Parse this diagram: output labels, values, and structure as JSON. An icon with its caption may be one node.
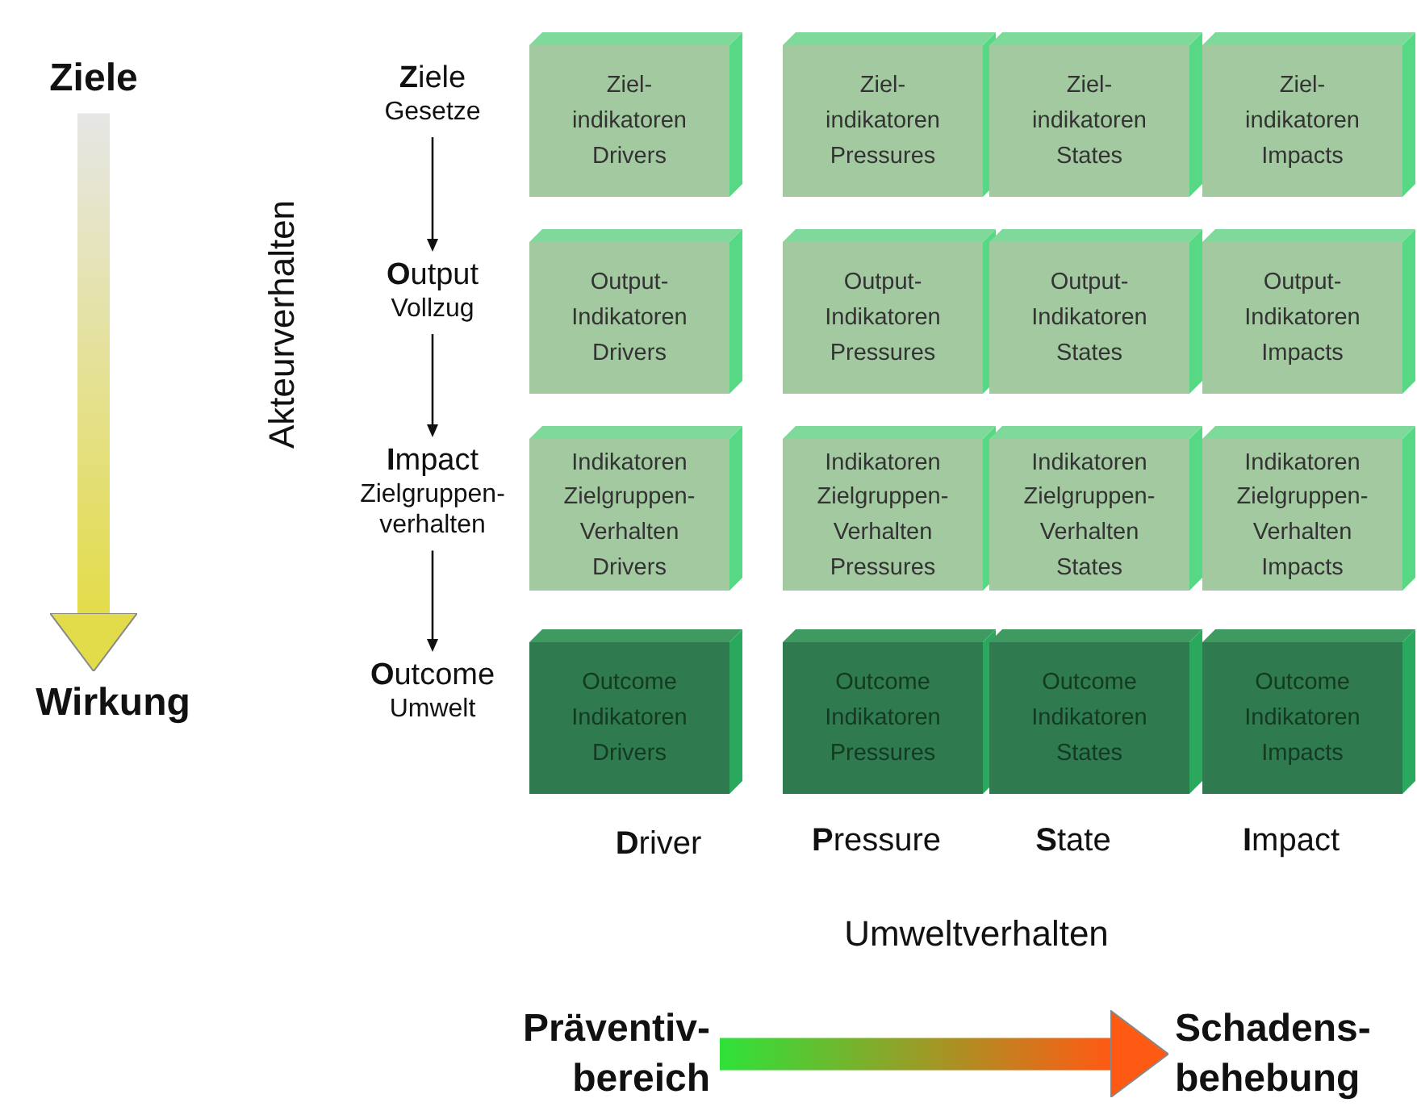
{
  "diagram": {
    "nodes": [
      {
        "text": [
          "Ziele"
        ]
      },
      {
        "text": [
          "Wirkung"
        ]
      },
      {
        "text": [
          "**Z**iele",
          "Gesetze"
        ]
      },
      {
        "text": [
          "**O**utput",
          "Vollzug"
        ]
      },
      {
        "text": [
          "**I**mpact",
          "Zielgruppen- verhalten"
        ]
      },
      {
        "text": [
          "**O**utcome",
          "Umwelt"
        ]
      },
      {
        "text": [
          "Ziel- indikatoren Drivers"
        ]
      },
      {
        "text": [
          "Ziel- indikatoren Pressures"
        ]
      },
      {
        "text": [
          "Ziel- indikatoren States"
        ]
      },
      {
        "text": [
          "Ziel- indikatoren Impacts"
        ]
      },
      {
        "text": [
          "Output- Indikatoren Drivers"
        ]
      },
      {
        "text": [
          "Output- Indikatoren Pressures"
        ]
      },
      {
        "text": [
          "Output- Indikatoren States"
        ]
      },
      {
        "text": [
          "Output- Indikatoren Impacts"
        ]
      },
      {
        "text": [
          "Indikatoren Zielgruppen- Verhalten Drivers"
        ]
      },
      {
        "text": [
          "Indikatoren Zielgruppen- Verhalten Pressures"
        ]
      },
      {
        "text": [
          "Indikatoren Zielgruppen- Verhalten States"
        ]
      },
      {
        "text": [
          "Indikatoren Zielgruppen- Verhalten Impacts"
        ]
      },
      {
        "text": [
          "Outcome Indikatoren Drivers"
        ]
      },
      {
        "text": [
          "Outcome Indikatoren Pressures"
        ]
      },
      {
        "text": [
          "Outcome Indikatoren States"
        ]
      },
      {
        "text": [
          "Outcome Indikatoren Impacts"
        ]
      },
      {
        "text": [
          "Präventiv- bereich"
        ]
      },
      {
        "text": [
          "Schadens- behebung"
        ]
      }
    ],
    "edges": [
      {
        "from": 0,
        "to": 1,
        "arrow": "to",
        "style": "thick"
      },
      {
        "from": 2,
        "to": 3,
        "arrow": "to"
      },
      {
        "from": 3,
        "to": 4,
        "arrow": "to"
      },
      {
        "from": 4,
        "to": 5,
        "arrow": "to"
      },
      {
        "from": 22,
        "to": 23,
        "arrow": "to",
        "style": "thick"
      }
    ],
    "labels": [
      "Akteurverhalten",
      "**D**river",
      "**P**ressure",
      "**S**tate",
      "**I**mpact",
      "Umweltverhalten"
    ]
  }
}
